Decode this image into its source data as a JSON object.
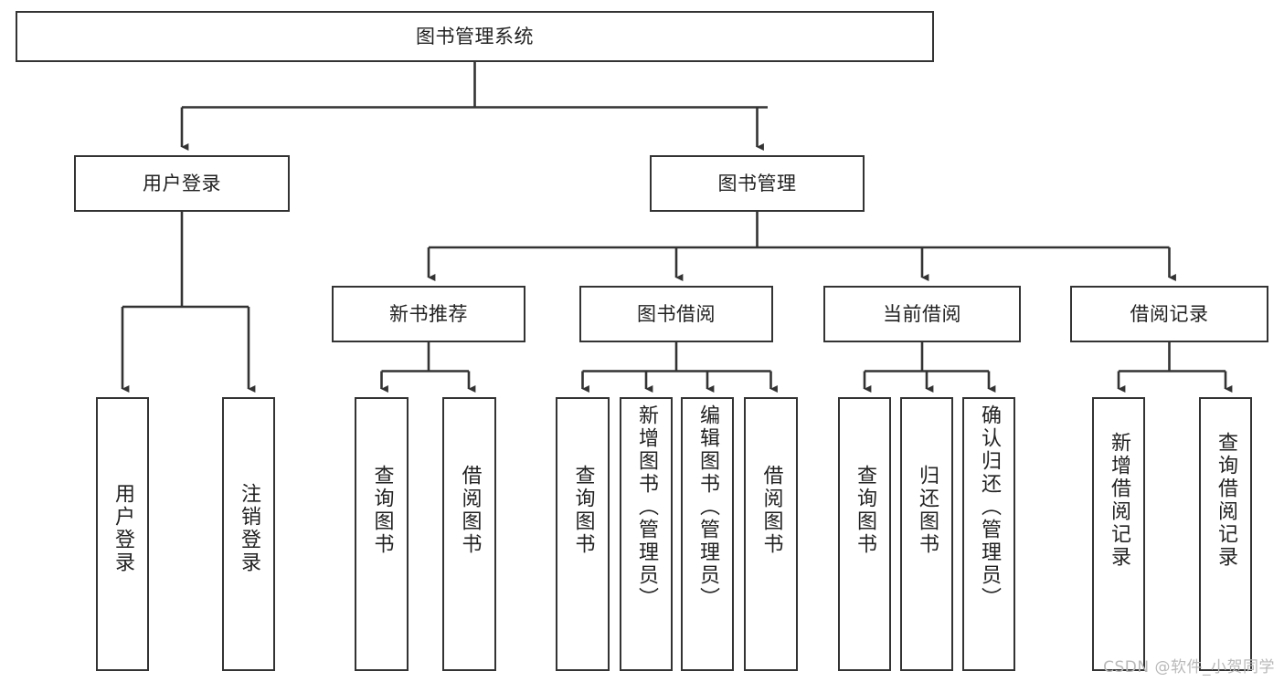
{
  "diagram": {
    "title": "图书管理系统",
    "type": "tree",
    "watermark": "CSDN @软件_小贺同学",
    "colors": {
      "box_border": "#333333",
      "box_fill": "#ffffff",
      "connector": "#333333",
      "text": "#222222",
      "watermark": "#b9b9b9"
    },
    "levels": {
      "root": {
        "label": "图书管理系统"
      },
      "level2": [
        {
          "label": "用户登录"
        },
        {
          "label": "图书管理"
        }
      ],
      "level3": [
        {
          "label": "新书推荐"
        },
        {
          "label": "图书借阅"
        },
        {
          "label": "当前借阅"
        },
        {
          "label": "借阅记录"
        }
      ],
      "level4": [
        {
          "label": "用户登录",
          "parent": "用户登录"
        },
        {
          "label": "注销登录",
          "parent": "用户登录"
        },
        {
          "label": "查询图书",
          "parent": "新书推荐"
        },
        {
          "label": "借阅图书",
          "parent": "新书推荐"
        },
        {
          "label": "查询图书",
          "parent": "图书借阅"
        },
        {
          "label": "新增图书（管理员）",
          "parent": "图书借阅"
        },
        {
          "label": "编辑图书（管理员）",
          "parent": "图书借阅"
        },
        {
          "label": "借阅图书",
          "parent": "图书借阅"
        },
        {
          "label": "查询图书",
          "parent": "当前借阅"
        },
        {
          "label": "归还图书",
          "parent": "当前借阅"
        },
        {
          "label": "确认归还（管理员）",
          "parent": "当前借阅"
        },
        {
          "label": "新增借阅记录",
          "parent": "借阅记录"
        },
        {
          "label": "查询借阅记录",
          "parent": "借阅记录"
        }
      ]
    }
  }
}
